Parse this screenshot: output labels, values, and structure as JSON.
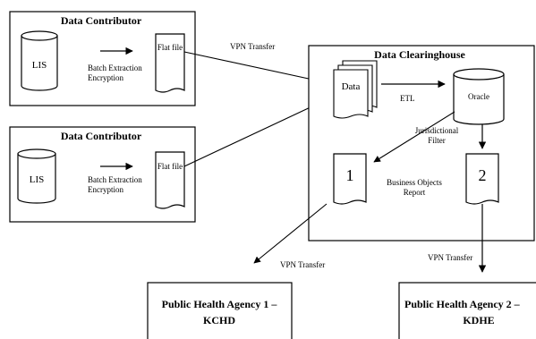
{
  "contributor_1": {
    "title": "Data Contributor",
    "db_label": "LIS",
    "process_line1": "Batch Extraction",
    "process_line2": "Encryption",
    "file_label": "Flat file"
  },
  "contributor_2": {
    "title": "Data Contributor",
    "db_label": "LIS",
    "process_line1": "Batch Extraction",
    "process_line2": "Encryption",
    "file_label": "Flat file"
  },
  "vpn_label_top": "VPN Transfer",
  "clearinghouse": {
    "title": "Data Clearinghouse",
    "data_label": "Data",
    "etl_label": "ETL",
    "oracle_label": "Oracle",
    "filter_line1": "Jurisdictional",
    "filter_line2": "Filter",
    "report_1": "1",
    "report_2": "2",
    "bo_line1": "Business Objects",
    "bo_line2": "Report"
  },
  "vpn_label_left": "VPN Transfer",
  "vpn_label_right": "VPN Transfer",
  "agency_1": {
    "line1": "Public Health Agency 1 –",
    "line2": "KCHD"
  },
  "agency_2": {
    "line1": "Public Health Agency 2 –",
    "line2": "KDHE"
  }
}
